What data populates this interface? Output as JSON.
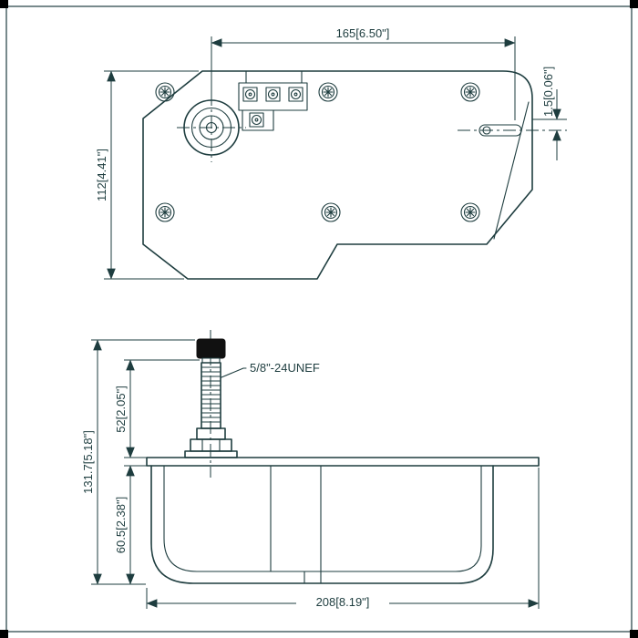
{
  "colors": {
    "line": "#1e3d3f",
    "background": "#ffffff",
    "cap_fill": "#111111"
  },
  "top_view": {
    "dim_width": "165[6.50\"]",
    "dim_height": "112[4.41\"]",
    "dim_slot_offset": "1.5[0.06\"]"
  },
  "side_view": {
    "thread_label": "5/8\"-24UNEF",
    "dim_total_height": "131.7[5.18\"]",
    "dim_shaft_height": "52[2.05\"]",
    "dim_body_height": "60.5[2.38\"]",
    "dim_width": "208[8.19\"]"
  }
}
